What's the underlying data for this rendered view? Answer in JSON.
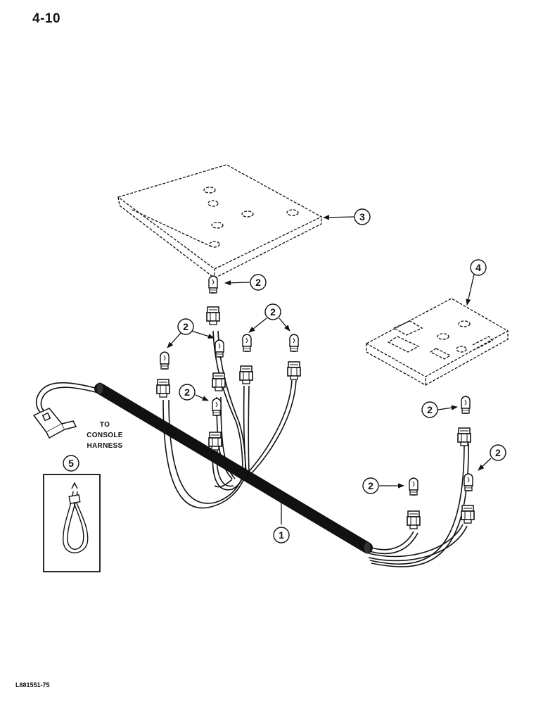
{
  "page": {
    "page_number": "4-10",
    "figure_code": "L881551-75"
  },
  "connector_label": {
    "line1": "TO",
    "line2": "CONSOLE",
    "line3": "HARNESS"
  },
  "callouts": {
    "harness": "1",
    "bulb": "2",
    "panel_left": "3",
    "panel_right": "4",
    "strap": "5"
  }
}
